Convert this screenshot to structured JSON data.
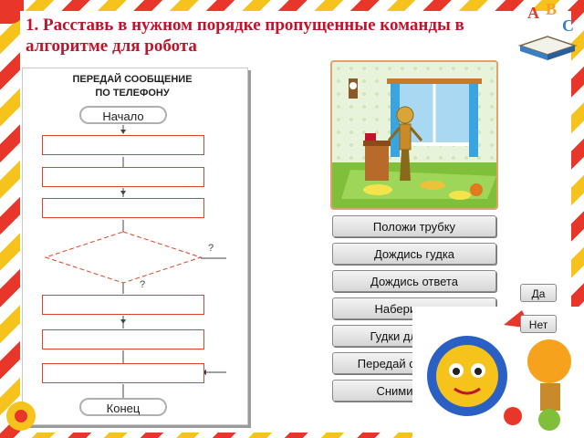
{
  "title": "1. Расставь  в нужном порядке пропущенные команды в алгоритме для робота",
  "flowchart": {
    "header_line1": "ПЕРЕДАЙ СООБЩЕНИЕ",
    "header_line2": "ПО ТЕЛЕФОНУ",
    "start_label": "Начало",
    "end_label": "Конец",
    "question_mark": "?"
  },
  "commands": [
    "Положи трубку",
    "Дождись гудка",
    "Дождись ответа",
    "Набери номер",
    "Гудки длинные?",
    "Передай сообщение",
    "Сними трубку"
  ],
  "answers": {
    "yes_label": "Да",
    "no_label": "Нет"
  },
  "colors": {
    "title": "#c0142c",
    "slot_border": "#d8452a",
    "picture_border": "#e2a06a",
    "stripe_red": "#e8362a",
    "stripe_yellow": "#f6c21c"
  },
  "icons": [
    "abc-book-logo",
    "robot-room-illustration",
    "cartoon-robot-mascot"
  ]
}
